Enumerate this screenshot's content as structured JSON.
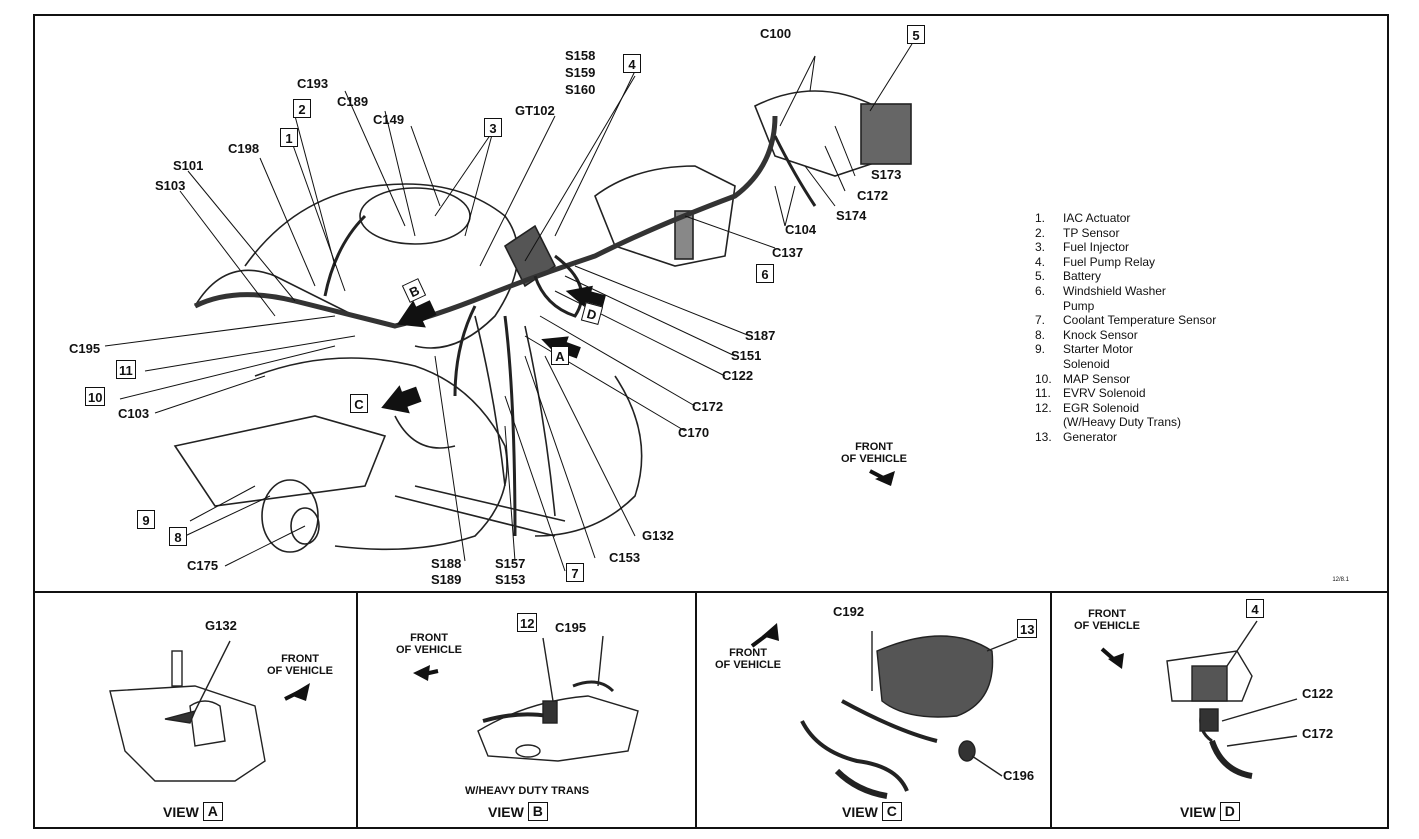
{
  "main": {
    "callouts": {
      "c100": "C100",
      "c193": "C193",
      "c189": "C189",
      "c149": "C149",
      "c198": "C198",
      "s101": "S101",
      "s103": "S103",
      "s158": "S158",
      "s159": "S159",
      "s160": "S160",
      "gt102": "GT102",
      "s173": "S173",
      "c172a": "C172",
      "s174": "S174",
      "c104": "C104",
      "c137": "C137",
      "s187": "S187",
      "s151": "S151",
      "c122": "C122",
      "c172b": "C172",
      "c170": "C170",
      "c195": "C195",
      "c103": "C103",
      "g132": "G132",
      "c153": "C153",
      "c175": "C175",
      "s188": "S188",
      "s189": "S189",
      "s157": "S157",
      "s153": "S153"
    },
    "num_boxes": {
      "n1": "1",
      "n2": "2",
      "n3": "3",
      "n4": "4",
      "n5": "5",
      "n6": "6",
      "n7": "7",
      "n8": "8",
      "n9": "9",
      "n10": "10",
      "n11": "11"
    },
    "view_arrows": {
      "a": "A",
      "b": "B",
      "c": "C",
      "d": "D"
    },
    "front_label_1": "FRONT",
    "front_label_2": "OF VEHICLE",
    "ident": "12/8.1"
  },
  "legend": [
    {
      "num": "1.",
      "text": "IAC Actuator"
    },
    {
      "num": "2.",
      "text": "TP Sensor"
    },
    {
      "num": "3.",
      "text": "Fuel Injector"
    },
    {
      "num": "4.",
      "text": "Fuel Pump Relay"
    },
    {
      "num": "5.",
      "text": "Battery"
    },
    {
      "num": "6.",
      "text": "Windshield Washer"
    },
    {
      "num": "",
      "text": "Pump"
    },
    {
      "num": "7.",
      "text": "Coolant Temperature Sensor"
    },
    {
      "num": "8.",
      "text": "Knock Sensor"
    },
    {
      "num": "9.",
      "text": "Starter Motor"
    },
    {
      "num": "",
      "text": "Solenoid"
    },
    {
      "num": "10.",
      "text": "MAP Sensor"
    },
    {
      "num": "11.",
      "text": "EVRV Solenoid"
    },
    {
      "num": "12.",
      "text": "EGR Solenoid"
    },
    {
      "num": "",
      "text": "(W/Heavy Duty Trans)"
    },
    {
      "num": "13.",
      "text": "Generator"
    }
  ],
  "views": {
    "a": {
      "label": "VIEW",
      "letter": "A",
      "callout": "G132",
      "front1": "FRONT",
      "front2": "OF VEHICLE"
    },
    "b": {
      "label": "VIEW",
      "letter": "B",
      "callout": "C195",
      "box": "12",
      "front1": "FRONT",
      "front2": "OF VEHICLE",
      "note": "W/HEAVY DUTY TRANS"
    },
    "c": {
      "label": "VIEW",
      "letter": "C",
      "callout1": "C192",
      "callout2": "C196",
      "box": "13",
      "front1": "FRONT",
      "front2": "OF VEHICLE"
    },
    "d": {
      "label": "VIEW",
      "letter": "D",
      "callout1": "C122",
      "callout2": "C172",
      "box": "4",
      "front1": "FRONT",
      "front2": "OF VEHICLE"
    }
  }
}
